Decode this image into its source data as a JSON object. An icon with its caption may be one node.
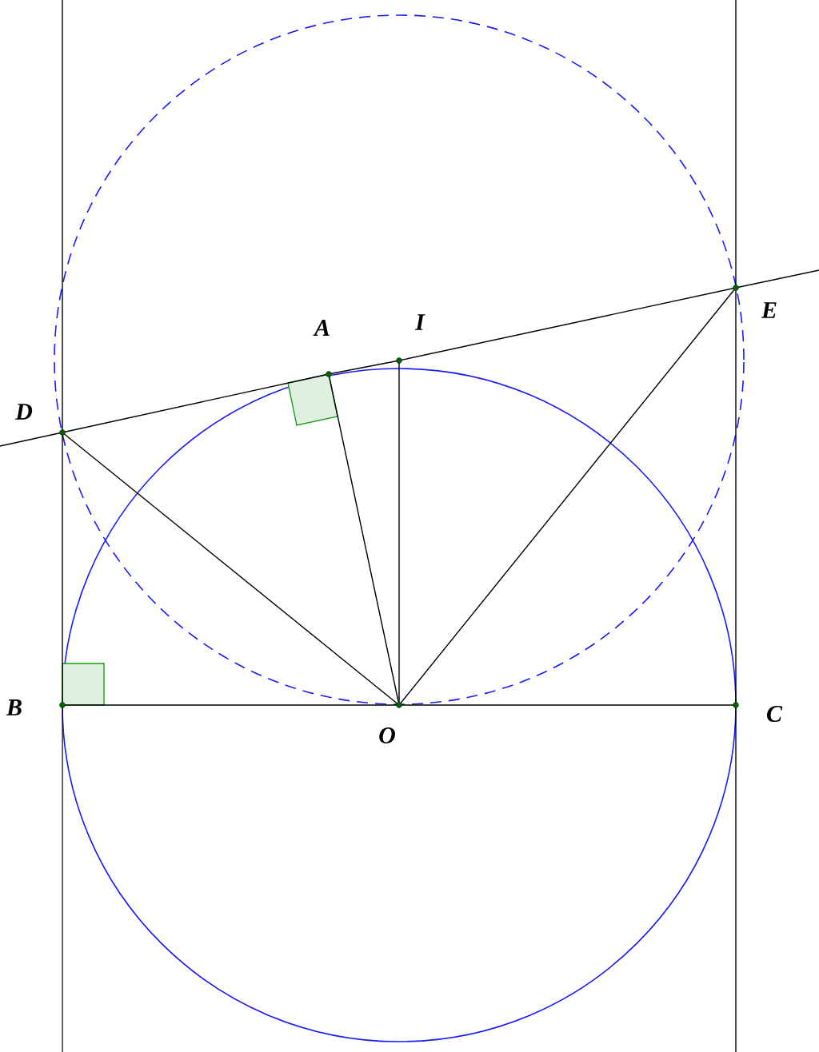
{
  "diagram": {
    "nodes": [
      {
        "text": [
          "A"
        ]
      },
      {
        "text": [
          "I"
        ]
      },
      {
        "text": [
          "D"
        ]
      },
      {
        "text": [
          "E"
        ]
      },
      {
        "text": [
          "B"
        ]
      },
      {
        "text": [
          "O"
        ]
      },
      {
        "text": [
          "C"
        ]
      }
    ],
    "edges": [
      {
        "from": 2,
        "to": 0,
        "arrow": "none"
      },
      {
        "from": 0,
        "to": 1,
        "arrow": "none"
      },
      {
        "from": 1,
        "to": 3,
        "arrow": "none"
      },
      {
        "from": 4,
        "to": 2,
        "arrow": "none"
      },
      {
        "from": 6,
        "to": 3,
        "arrow": "none"
      },
      {
        "from": 4,
        "to": 5,
        "arrow": "none"
      },
      {
        "from": 5,
        "to": 6,
        "arrow": "none"
      },
      {
        "from": 5,
        "to": 2,
        "arrow": "none"
      },
      {
        "from": 5,
        "to": 0,
        "arrow": "none"
      },
      {
        "from": 5,
        "to": 1,
        "arrow": "none"
      },
      {
        "from": 5,
        "to": 3,
        "arrow": "none"
      }
    ]
  }
}
